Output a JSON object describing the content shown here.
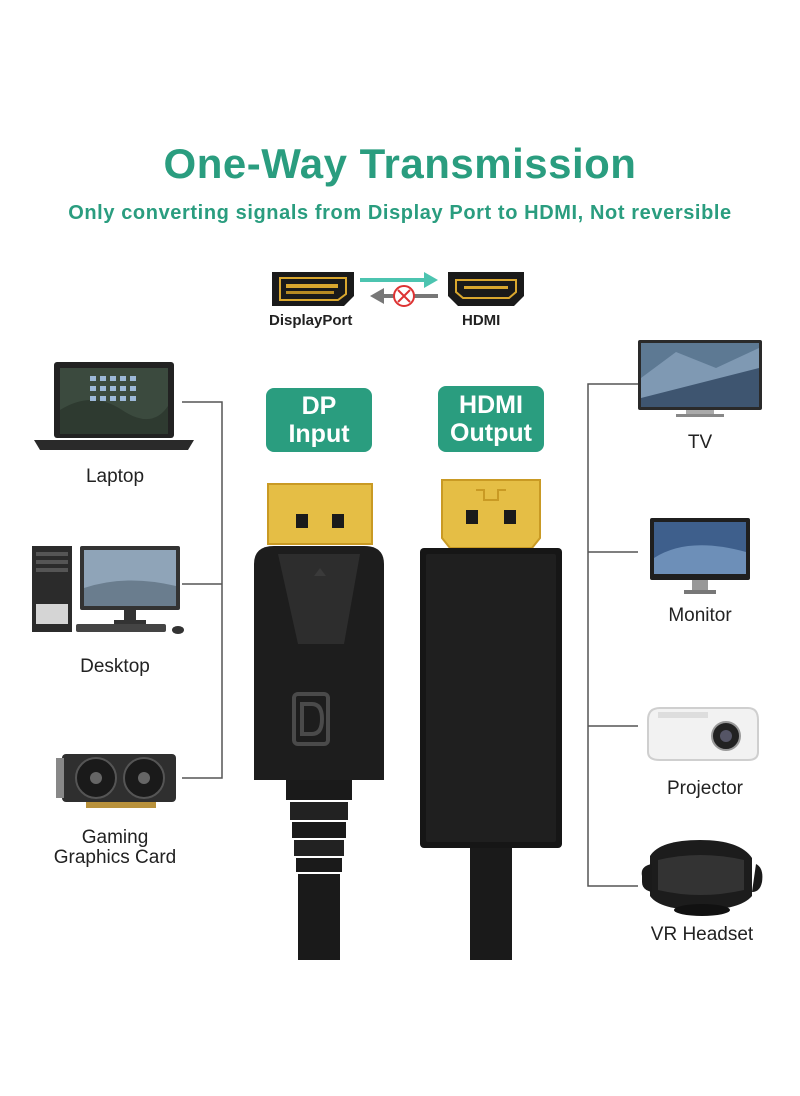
{
  "header": {
    "title": "One-Way Transmission",
    "subtitle": "Only converting signals from Display Port to HDMI, Not reversible"
  },
  "direction": {
    "source_label": "DisplayPort",
    "target_label": "HDMI"
  },
  "badges": {
    "input": "DP\nInput",
    "output": "HDMI\nOutput"
  },
  "sources": [
    {
      "label": "Laptop"
    },
    {
      "label": "Desktop"
    },
    {
      "label": "Gaming\nGraphics Card"
    }
  ],
  "destinations": [
    {
      "label": "TV"
    },
    {
      "label": "Monitor"
    },
    {
      "label": "Projector"
    },
    {
      "label": "VR Headset"
    }
  ],
  "colors": {
    "accent": "#2a9d7f",
    "cable": "#1a1a1a",
    "gold": "#e2b93b",
    "line": "#555555"
  }
}
